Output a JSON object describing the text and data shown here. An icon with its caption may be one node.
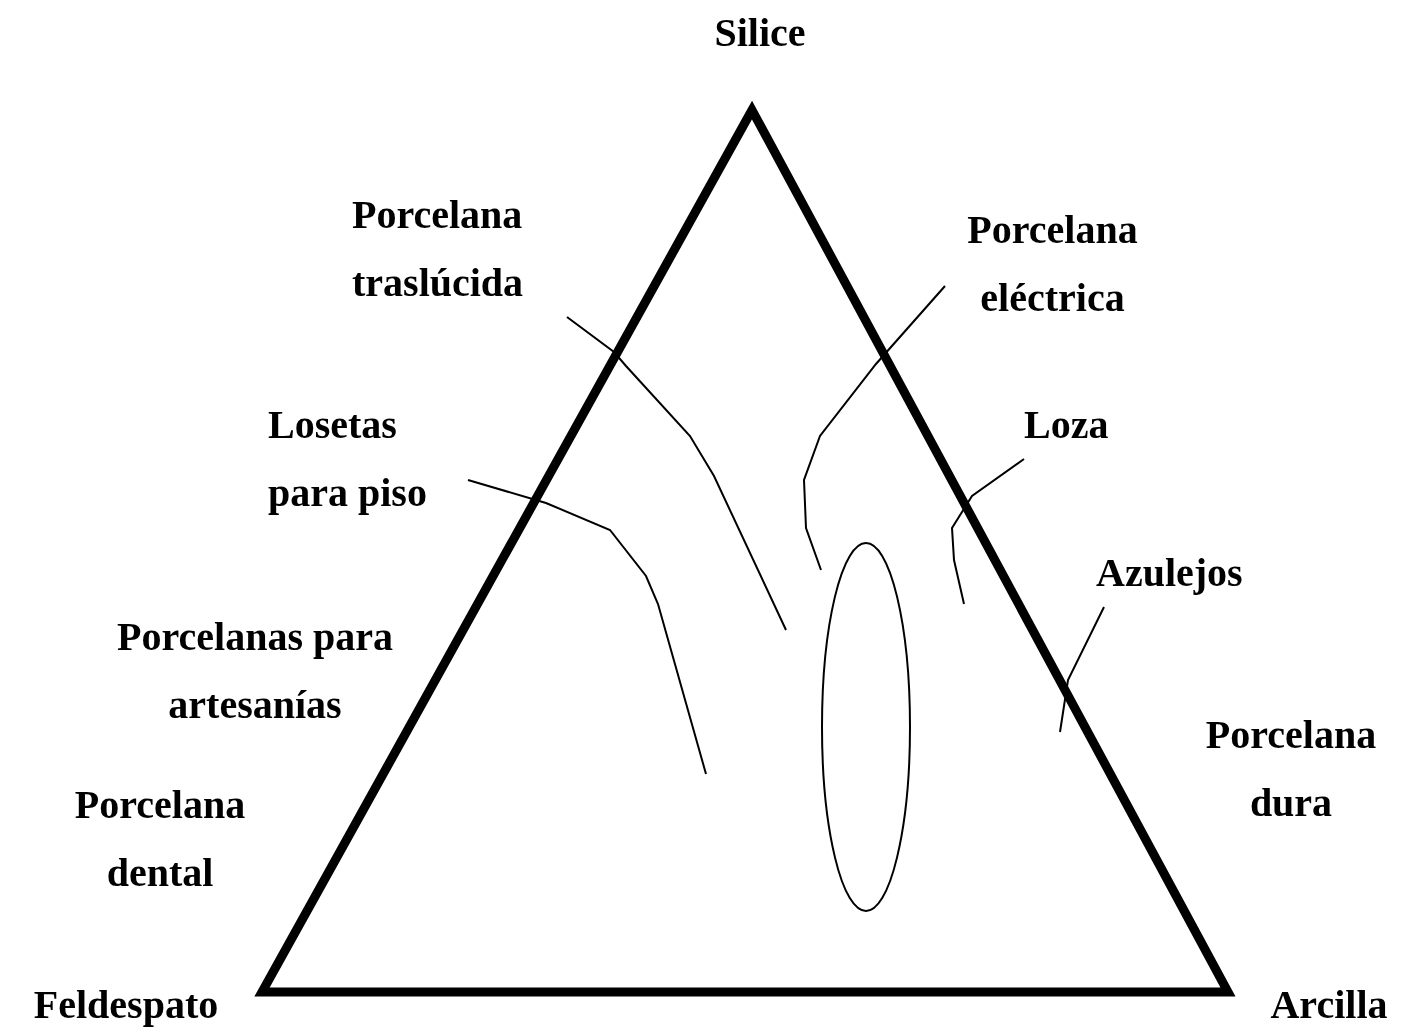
{
  "diagram": {
    "nodes": [
      {
        "text": [
          "Porcelana traslúcida"
        ]
      },
      {
        "text": [
          "Porcelana eléctrica"
        ]
      },
      {
        "text": [
          "Losetas para piso"
        ]
      },
      {
        "text": [
          "Loza"
        ]
      },
      {
        "text": [
          "Azulejos"
        ]
      },
      {
        "text": [],
        "shape": "ellipse"
      }
    ],
    "edges": [
      {
        "from": 0,
        "to": null,
        "arrow": "none"
      },
      {
        "from": 1,
        "to": 5,
        "arrow": "none"
      },
      {
        "from": 2,
        "to": null,
        "arrow": "none"
      },
      {
        "from": 3,
        "to": null,
        "arrow": "none"
      },
      {
        "from": 4,
        "to": null,
        "arrow": "none"
      }
    ],
    "labels": [
      "Silice",
      "Porcelanas para artesanías",
      "Porcelana dental",
      "Porcelana dura",
      "Feldespato",
      "Arcilla"
    ]
  }
}
